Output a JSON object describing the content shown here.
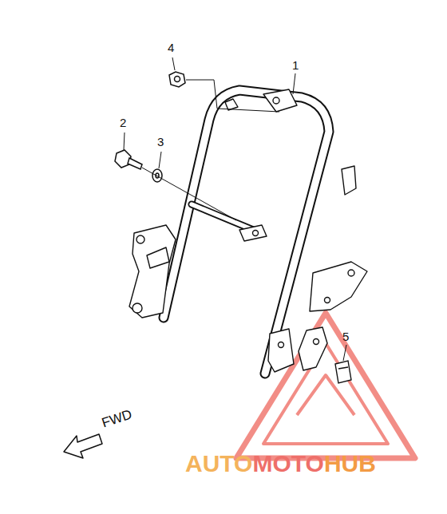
{
  "diagram": {
    "labels": [
      "1",
      "2",
      "3",
      "4",
      "5",
      "FWD",
      "AUTO",
      "MOTO",
      "HUB"
    ]
  }
}
